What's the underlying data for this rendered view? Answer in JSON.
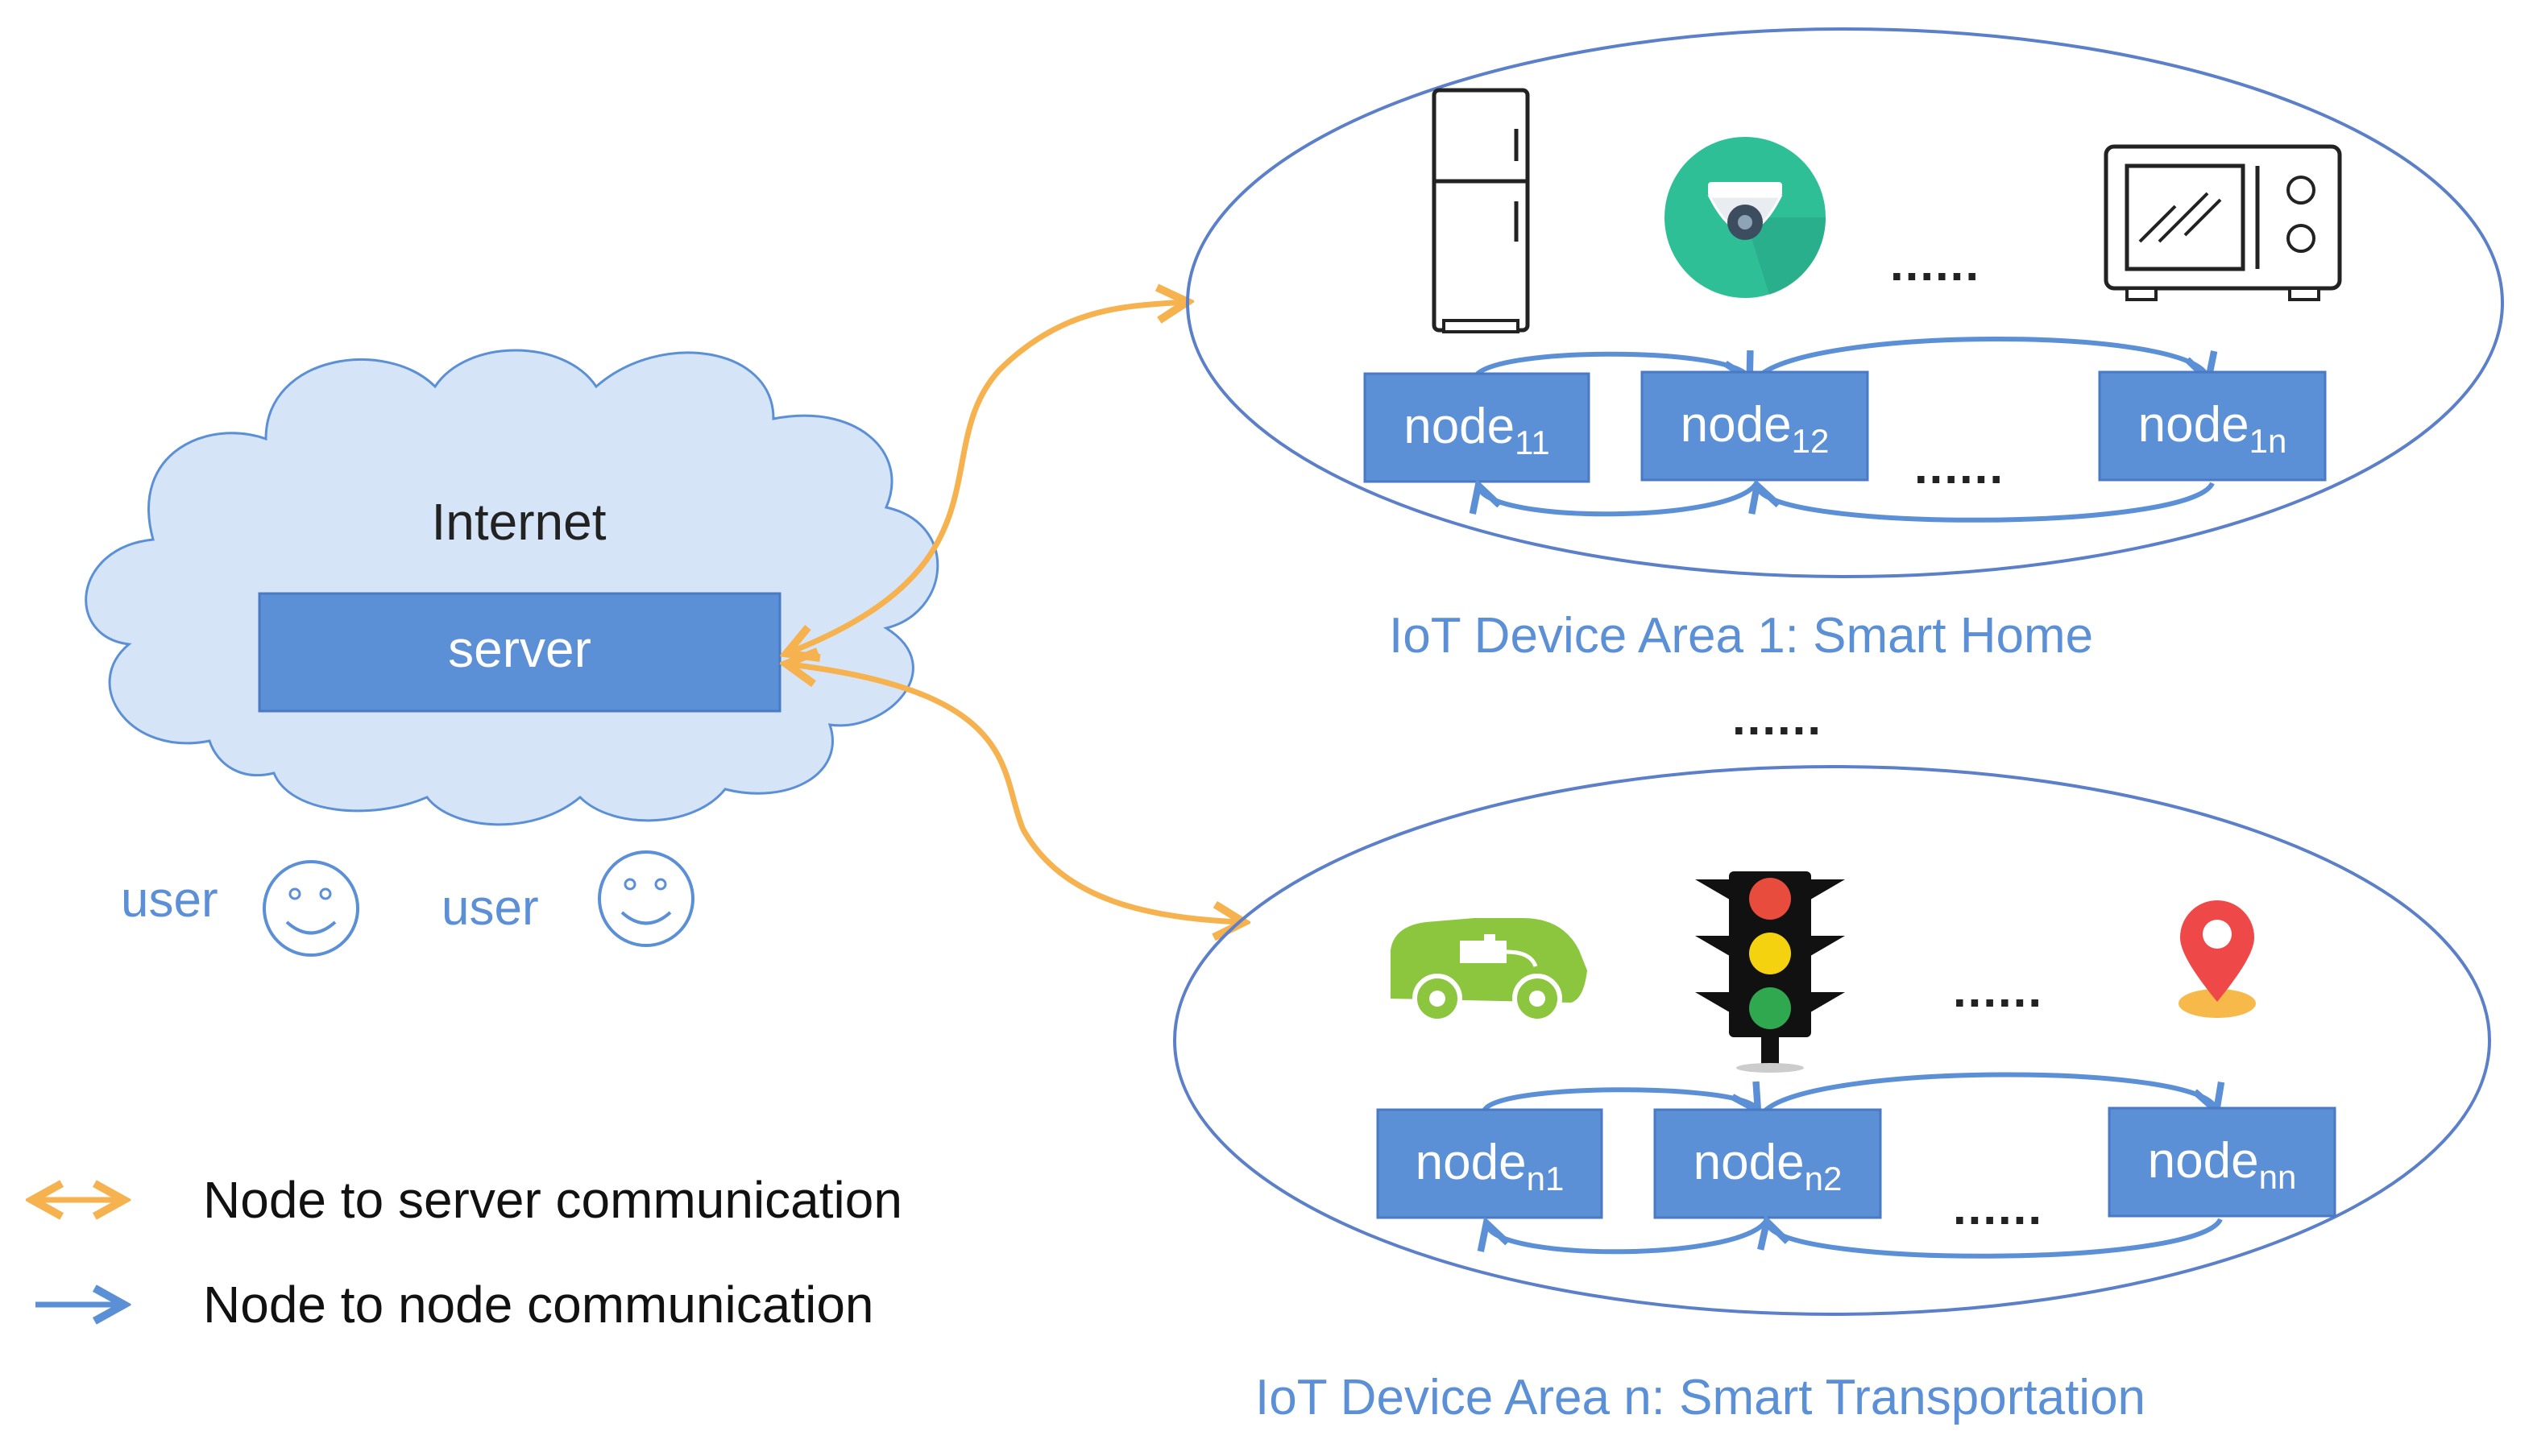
{
  "colors": {
    "node_fill": "#5b8fd6",
    "node_stroke": "#4a7ac4",
    "cloud_fill": "#d6e4f8",
    "cloud_stroke": "#5b8fd6",
    "ellipse_stroke": "#5b7fc8",
    "node_to_server_arrow": "#f6b24e",
    "node_to_node_arrow": "#5b8fd6",
    "area_title_text": "#5b8fd6"
  },
  "cloud": {
    "label": "Internet",
    "server_label": "server"
  },
  "users": [
    {
      "label": "user",
      "icon": "smiley-face-icon"
    },
    {
      "label": "user",
      "icon": "smiley-face-icon"
    }
  ],
  "areas": [
    {
      "title": "IoT Device Area 1: Smart Home",
      "devices": [
        {
          "icon": "refrigerator-icon"
        },
        {
          "icon": "security-camera-icon"
        },
        {
          "icon": "microwave-icon"
        }
      ],
      "device_ellipsis": "......",
      "nodes": [
        {
          "base": "node",
          "sub": "11"
        },
        {
          "base": "node",
          "sub": "12"
        },
        {
          "base": "node",
          "sub": "1n"
        }
      ],
      "node_ellipsis": "......"
    },
    {
      "title": "IoT Device Area n: Smart Transportation",
      "devices": [
        {
          "icon": "electric-car-icon"
        },
        {
          "icon": "traffic-light-icon"
        },
        {
          "icon": "location-pin-icon"
        }
      ],
      "device_ellipsis": "......",
      "nodes": [
        {
          "base": "node",
          "sub": "n1"
        },
        {
          "base": "node",
          "sub": "n2"
        },
        {
          "base": "node",
          "sub": "nn"
        }
      ],
      "node_ellipsis": "......"
    }
  ],
  "areas_ellipsis": "......",
  "legend": [
    {
      "label": "Node to server communication",
      "arrow": "double-arrow-orange-icon"
    },
    {
      "label": "Node to node communication",
      "arrow": "arrow-blue-icon"
    }
  ]
}
